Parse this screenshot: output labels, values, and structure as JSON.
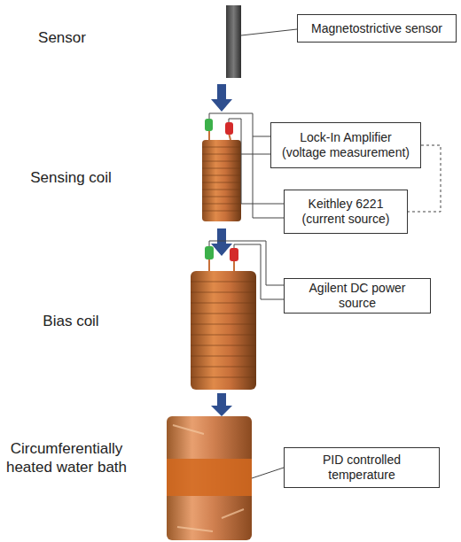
{
  "diagram": {
    "nodes": [
      {
        "text": [
          "Magnetostrictive sensor"
        ]
      },
      {
        "text": [
          "Lock-In Amplifier (voltage measurement)"
        ]
      },
      {
        "text": [
          "Keithley 6221 (current source)"
        ]
      },
      {
        "text": [
          "Agilent DC power source"
        ]
      },
      {
        "text": [
          "PID controlled temperature"
        ]
      }
    ],
    "edges": [
      {
        "from": 1,
        "to": 2,
        "arrow": "none"
      }
    ],
    "labels": [
      "Sensor",
      "Sensing coil",
      "Bias coil",
      "Circumferentially heated water bath"
    ]
  }
}
